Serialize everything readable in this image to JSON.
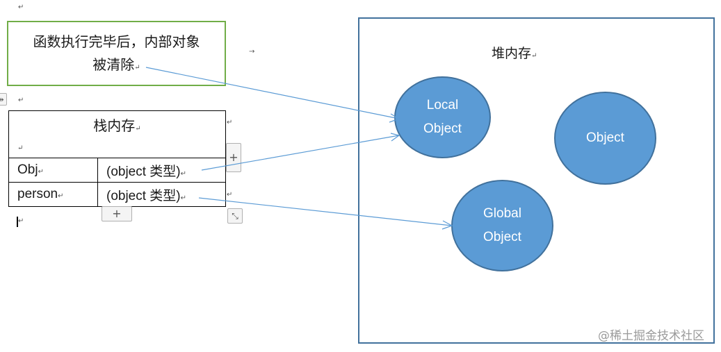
{
  "note": {
    "line1": "函数执行完毕后，内部对象",
    "line2": "被清除"
  },
  "heap": {
    "title": "堆内存"
  },
  "stack": {
    "title": "栈内存",
    "rows": [
      {
        "name": "Obj",
        "type": "(object 类型)"
      },
      {
        "name": "person",
        "type": "(object 类型)"
      }
    ]
  },
  "objects": {
    "local": {
      "line1": "Local",
      "line2": "Object"
    },
    "other": {
      "line1": "Object"
    },
    "global": {
      "line1": "Global",
      "line2": "Object"
    }
  },
  "controls": {
    "add_row": "+",
    "add_col": "+"
  },
  "watermark": "@稀土掘金技术社区",
  "colors": {
    "note_border": "#70ad47",
    "heap_border": "#41719c",
    "object_fill": "#5b9bd5",
    "arrow": "#5b9bd5"
  }
}
